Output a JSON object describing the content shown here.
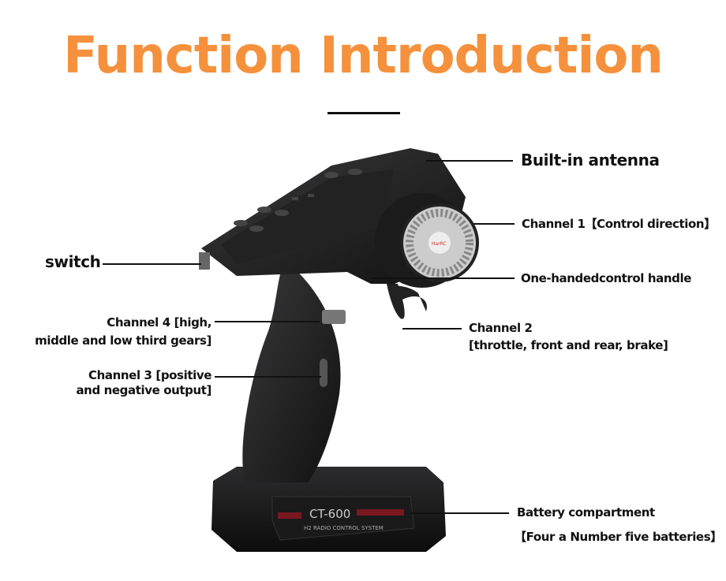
{
  "title": "Function Introduction",
  "device": {
    "model": "CT-600",
    "subtitle": "H2 RADIO  CONTROL SYSTEM",
    "wheel_logo": "HarRC",
    "accent_color": "#f5913c"
  },
  "labels": {
    "antenna": "Built-in antenna",
    "channel1": "Channel 1【Control direction】",
    "handle": "One-handedcontrol handle",
    "channel2_line1": "Channel 2",
    "channel2_line2": "[throttle, front and rear, brake]",
    "battery_line1": "Battery compartment",
    "battery_line2": "【Four a Number five batteries】",
    "switch": "switch",
    "channel4_line1": "Channel 4 [high,",
    "channel4_line2": "middle and low third gears]",
    "channel3_line1": "Channel 3 [positive",
    "channel3_line2": "and negative output]"
  }
}
